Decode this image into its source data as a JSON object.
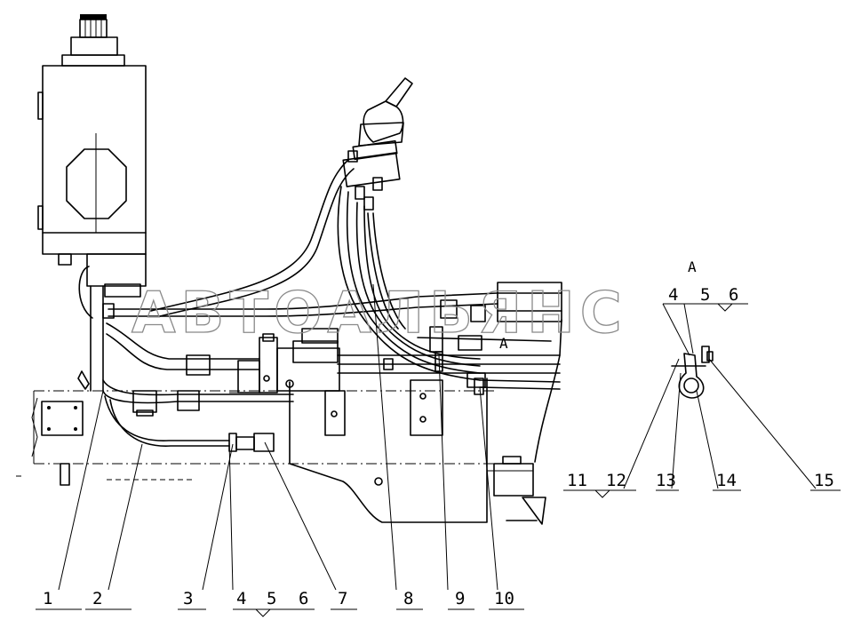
{
  "watermark": "АВТОАЛЬЯНС",
  "view": {
    "marker": "A",
    "detail_title": "A"
  },
  "callouts": {
    "c1": "1",
    "c2": "2",
    "c3": "3",
    "c4": "4",
    "c5": "5",
    "c6": "6",
    "c7": "7",
    "c8": "8",
    "c9": "9",
    "c10": "10",
    "c11": "11",
    "c12": "12",
    "c13": "13",
    "c14": "14",
    "c15": "15",
    "d4": "4",
    "d5": "5",
    "d6": "6"
  }
}
